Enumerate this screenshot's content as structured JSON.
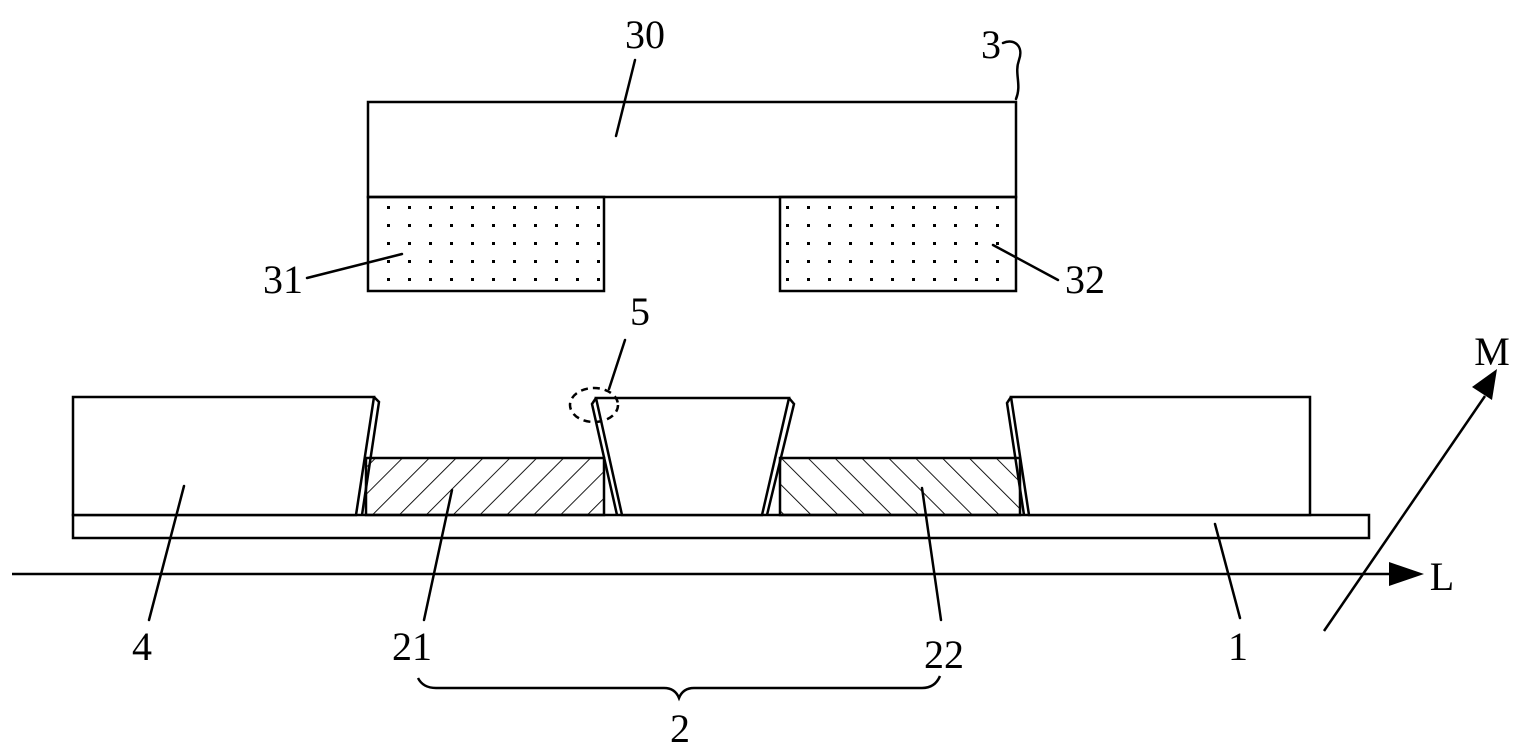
{
  "labels": {
    "l30": "30",
    "l3": "3",
    "l31": "31",
    "l32": "32",
    "l5": "5",
    "l4": "4",
    "l21": "21",
    "l22": "22",
    "l1": "1",
    "l2": "2",
    "axis_l": "L",
    "axis_m": "M"
  },
  "colors": {
    "ink": "#000000",
    "background": "#ffffff"
  }
}
